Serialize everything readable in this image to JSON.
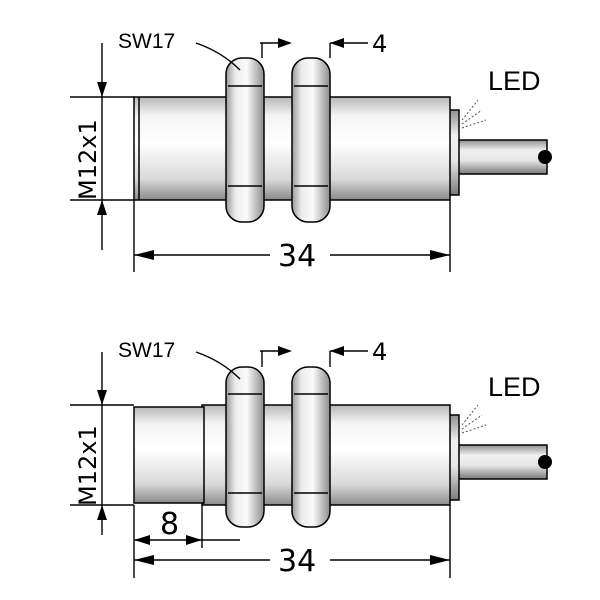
{
  "views": [
    {
      "thread_label": "M12x1",
      "wrench_label": "SW17",
      "nut_gap_label": "4",
      "length_label": "34",
      "led_label": "LED"
    },
    {
      "thread_label": "M12x1",
      "wrench_label": "SW17",
      "nut_gap_label": "4",
      "length_label": "34",
      "led_label": "LED",
      "front_length_label": "8"
    }
  ],
  "colors": {
    "body_light": "#f7f7f7",
    "body_dark": "#8a8a8a",
    "nut_light": "#f2f2f2",
    "nut_dark": "#7a7a7a",
    "cable_light": "#eeeeee",
    "cable_dark": "#777777",
    "line": "#000000"
  }
}
